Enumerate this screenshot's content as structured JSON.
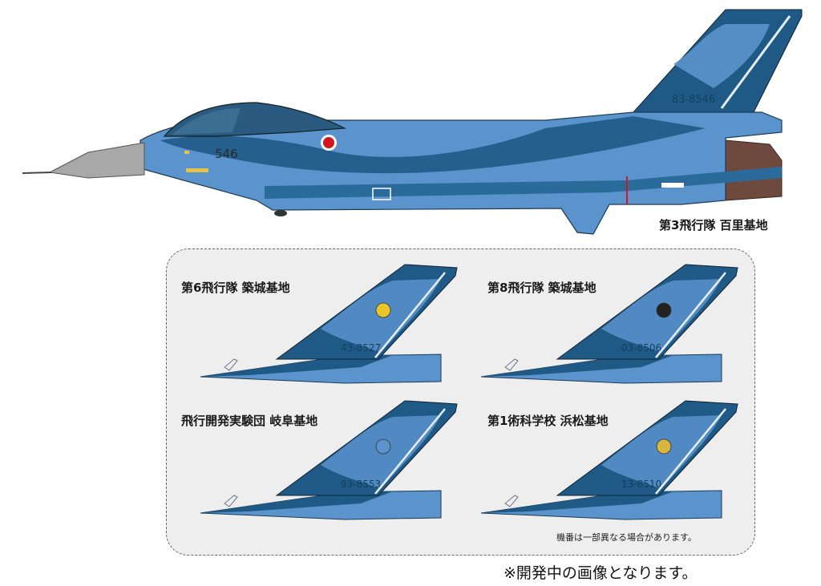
{
  "main_aircraft": {
    "unit_label": "第3飛行隊 百里基地",
    "tail_number": "83-8546",
    "nose_number": "546"
  },
  "variants": [
    {
      "unit_label": "第6飛行隊 築城基地",
      "tail_number": "43-8527",
      "emblem": "yellow-circle-emblem"
    },
    {
      "unit_label": "第8飛行隊 築城基地",
      "tail_number": "03-8506",
      "emblem": "black-panther-emblem"
    },
    {
      "unit_label": "飛行開発実験団 岐阜基地",
      "tail_number": "93-8553",
      "emblem": "blue-swallow-emblem"
    },
    {
      "unit_label": "第1術科学校 浜松基地",
      "tail_number": "13-8510",
      "emblem": "gold-eagle-emblem"
    }
  ],
  "notes": {
    "tail_number_note": "機番は一部異なる場合があります。",
    "development_note": "※開発中の画像となります。"
  },
  "colors": {
    "dark_blue": "#1f5a86",
    "light_blue": "#5b93cc",
    "nose_gray": "#a8a8a8",
    "exhaust_brown": "#6e4a3e",
    "hinomaru_red": "#d4141e"
  }
}
